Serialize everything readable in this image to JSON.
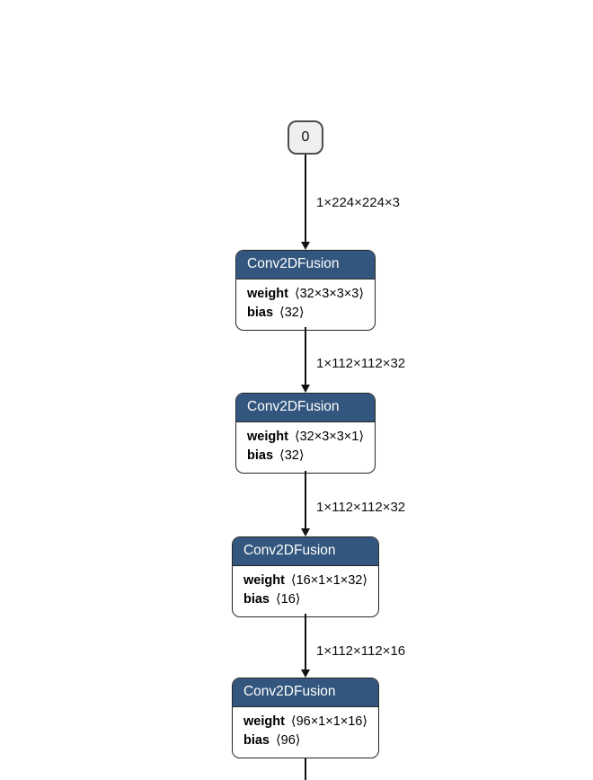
{
  "graph": {
    "background_color": "#ffffff",
    "node_header_color": "#33567e",
    "node_border_color": "#262626",
    "edge_color": "#111111",
    "input_node": {
      "label": "0"
    },
    "nodes": [
      {
        "title": "Conv2DFusion",
        "attrs": [
          {
            "name": "weight",
            "value": "⟨32×3×3×3⟩"
          },
          {
            "name": "bias",
            "value": "⟨32⟩"
          }
        ]
      },
      {
        "title": "Conv2DFusion",
        "attrs": [
          {
            "name": "weight",
            "value": "⟨32×3×3×1⟩"
          },
          {
            "name": "bias",
            "value": "⟨32⟩"
          }
        ]
      },
      {
        "title": "Conv2DFusion",
        "attrs": [
          {
            "name": "weight",
            "value": "⟨16×1×1×32⟩"
          },
          {
            "name": "bias",
            "value": "⟨16⟩"
          }
        ]
      },
      {
        "title": "Conv2DFusion",
        "attrs": [
          {
            "name": "weight",
            "value": "⟨96×1×1×16⟩"
          },
          {
            "name": "bias",
            "value": "⟨96⟩"
          }
        ]
      }
    ],
    "edges": [
      {
        "label": "1×224×224×3"
      },
      {
        "label": "1×112×112×32"
      },
      {
        "label": "1×112×112×32"
      },
      {
        "label": "1×112×112×16"
      }
    ]
  }
}
